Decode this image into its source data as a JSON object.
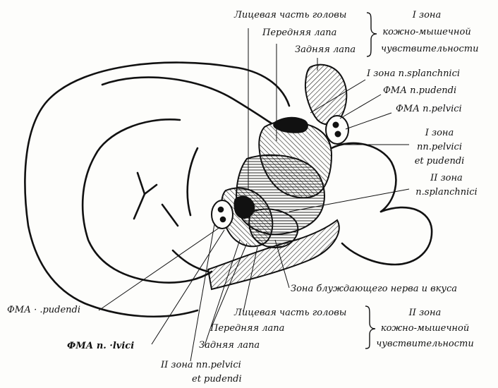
{
  "labels": {
    "top_face": "Лицевая часть головы",
    "top_forepaw": "Передняя лапа",
    "top_hindpaw": "Задняя лапа",
    "zone1_skin_title": "I зона",
    "zone1_skin_l2": "кожно-мышечной",
    "zone1_skin_l3": "чувствительности",
    "zone1_splanchnici": "I зона n.splanchnici",
    "fma_pudendi_top": "ФМА n.pudendi",
    "fma_pelvici_top": "ФМА n.pelvici",
    "zone1_pelvici_l1": "I зона",
    "zone1_pelvici_l2": "nn.pelvici",
    "zone1_pelvici_l3": "et pudendi",
    "zone2_splanchnici_l1": "II зона",
    "zone2_splanchnici_l2": "n.splanchnici",
    "vagus_taste": "Зона блуждающего нерва и вкуса",
    "fma_pudendi_left": "ФМА · .pudendi",
    "fma_pelvici_left": "ФМА n. ·lvici",
    "bottom_face": "Лицевая часть головы",
    "bottom_forepaw": "Передняя лапа",
    "bottom_hindpaw": "Задняя лапа",
    "zone2_skin_title": "II зона",
    "zone2_skin_l2": "кожно-мышечной",
    "zone2_skin_l3": "чувствительности",
    "zone2_pelvici_l1": "II зона nn.pelvici",
    "zone2_pelvici_l2": "et pudendi"
  },
  "colors": {
    "ink": "#111111",
    "paper": "#fdfdfb"
  }
}
